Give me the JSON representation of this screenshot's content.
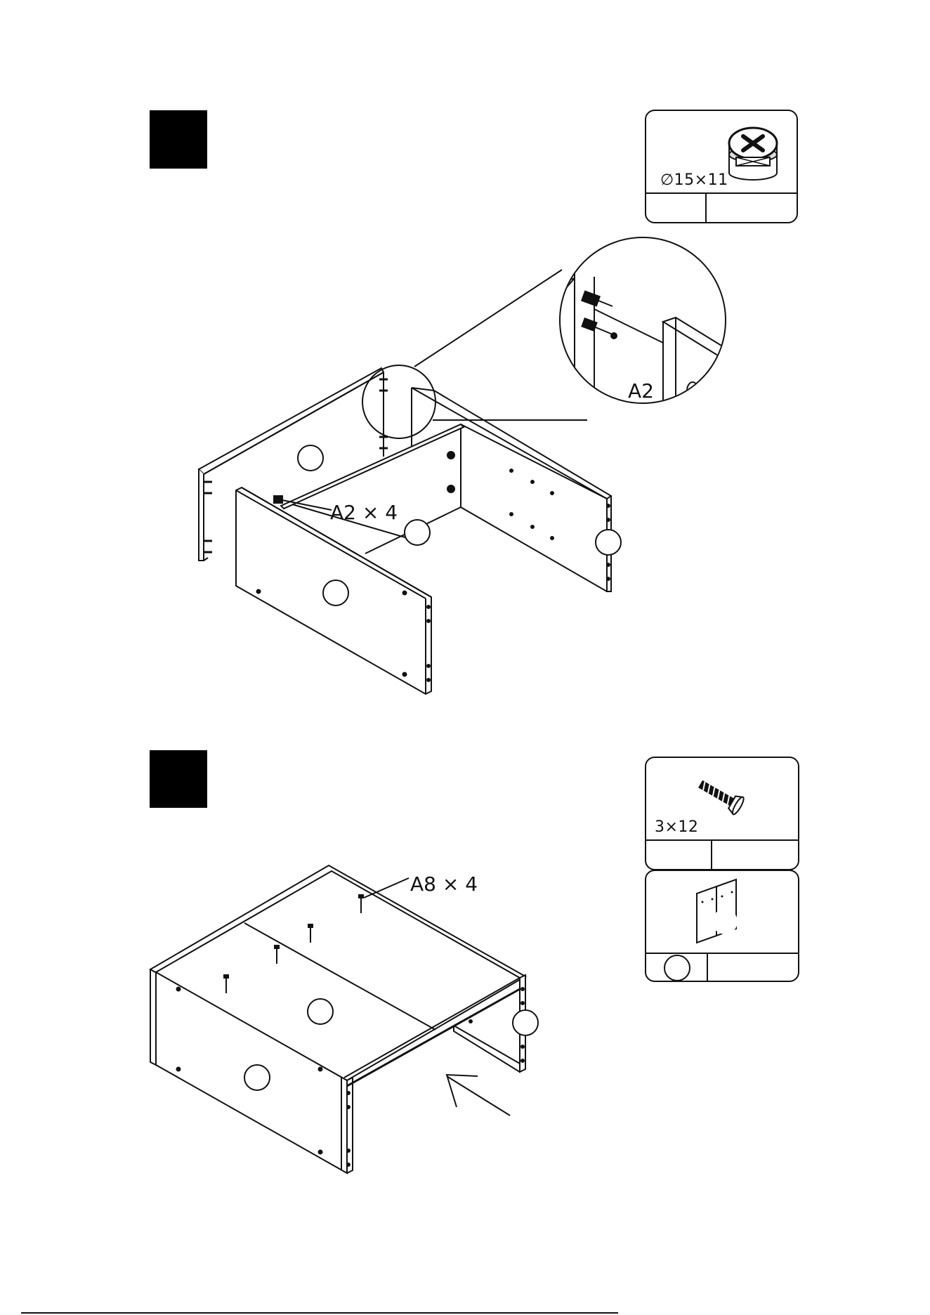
{
  "step1": {
    "hardware_card": {
      "part_size": "∅15×11",
      "icon": "cam-lock-icon"
    },
    "callout_main": "A2 × 4",
    "callout_detail": "A2"
  },
  "step2": {
    "hardware_card": {
      "part_size": "3×12",
      "icon": "screw-icon"
    },
    "panel_card": {
      "icon": "back-panel-icon"
    },
    "callout_main": "A8 × 4"
  }
}
